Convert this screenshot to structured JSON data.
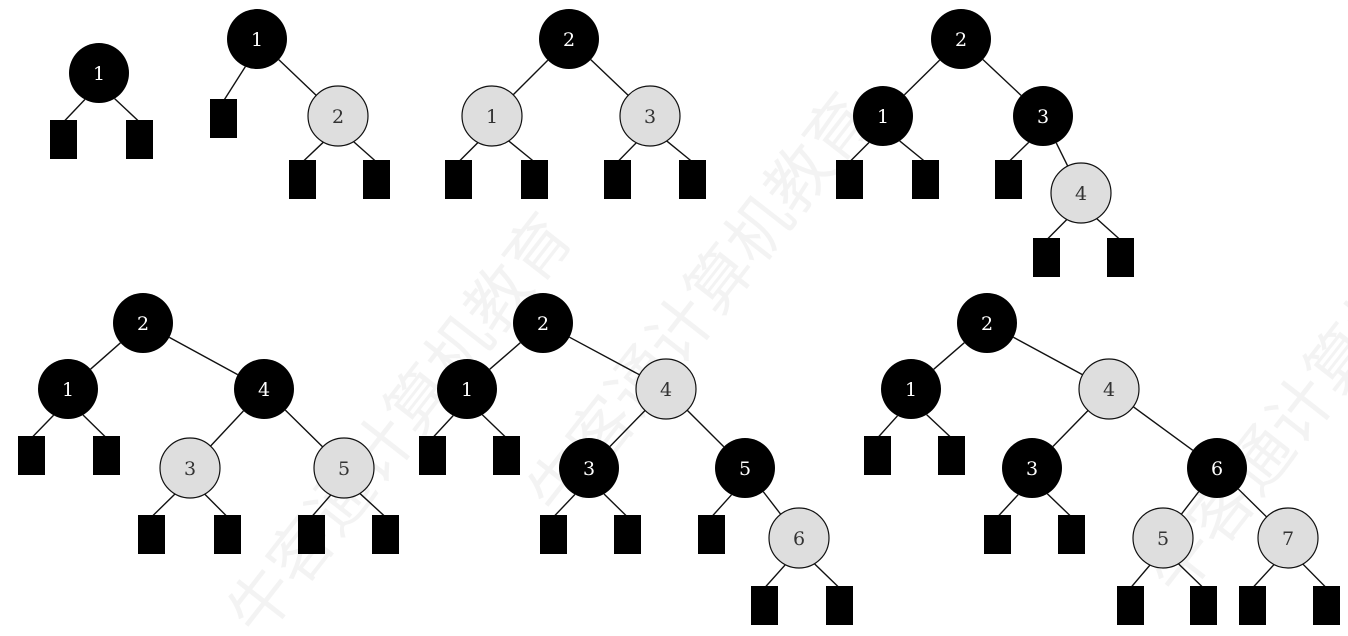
{
  "colors": {
    "black_node": "#000000",
    "red_node": "#dedede",
    "black_label": "#ffffff",
    "red_label": "#333333",
    "edge": "#111111",
    "leaf": "#000000"
  },
  "watermark_text": "牛客通计算机教育",
  "trees": [
    {
      "name": "tree-1",
      "nodes": [
        {
          "key": "1",
          "color": "black"
        }
      ]
    },
    {
      "name": "tree-2",
      "nodes": [
        {
          "key": "1",
          "color": "black"
        },
        {
          "key": "2",
          "color": "red"
        }
      ]
    },
    {
      "name": "tree-3",
      "nodes": [
        {
          "key": "2",
          "color": "black"
        },
        {
          "key": "1",
          "color": "red"
        },
        {
          "key": "3",
          "color": "red"
        }
      ]
    },
    {
      "name": "tree-4",
      "nodes": [
        {
          "key": "2",
          "color": "black"
        },
        {
          "key": "1",
          "color": "black"
        },
        {
          "key": "3",
          "color": "black"
        },
        {
          "key": "4",
          "color": "red"
        }
      ]
    },
    {
      "name": "tree-5",
      "nodes": [
        {
          "key": "2",
          "color": "black"
        },
        {
          "key": "1",
          "color": "black"
        },
        {
          "key": "4",
          "color": "black"
        },
        {
          "key": "3",
          "color": "red"
        },
        {
          "key": "5",
          "color": "red"
        }
      ]
    },
    {
      "name": "tree-6",
      "nodes": [
        {
          "key": "2",
          "color": "black"
        },
        {
          "key": "1",
          "color": "black"
        },
        {
          "key": "4",
          "color": "red"
        },
        {
          "key": "3",
          "color": "black"
        },
        {
          "key": "5",
          "color": "black"
        },
        {
          "key": "6",
          "color": "red"
        }
      ]
    },
    {
      "name": "tree-7",
      "nodes": [
        {
          "key": "2",
          "color": "black"
        },
        {
          "key": "1",
          "color": "black"
        },
        {
          "key": "4",
          "color": "red"
        },
        {
          "key": "3",
          "color": "black"
        },
        {
          "key": "6",
          "color": "black"
        },
        {
          "key": "5",
          "color": "red"
        },
        {
          "key": "7",
          "color": "red"
        }
      ]
    }
  ]
}
